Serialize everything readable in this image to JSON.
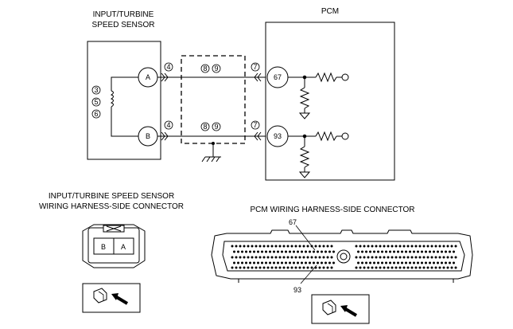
{
  "sensor": {
    "title_line1": "INPUT/TURBINE",
    "title_line2": "SPEED SENSOR",
    "term_a": "A",
    "term_b": "B",
    "coil_notes": [
      "3",
      "5",
      "6"
    ]
  },
  "pcm": {
    "title": "PCM",
    "pin_top": "67",
    "pin_bottom": "93"
  },
  "harness_refs": {
    "sensor_side": "4",
    "pcm_side": "7",
    "shield_left": "8",
    "shield_right": "9"
  },
  "sensor_connector": {
    "title_line1": "INPUT/TURBINE SPEED SENSOR",
    "title_line2": "WIRING HARNESS-SIDE CONNECTOR",
    "pin_b": "B",
    "pin_a": "A"
  },
  "pcm_connector": {
    "title": "PCM WIRING HARNESS-SIDE CONNECTOR",
    "label_67": "67",
    "label_93": "93"
  }
}
